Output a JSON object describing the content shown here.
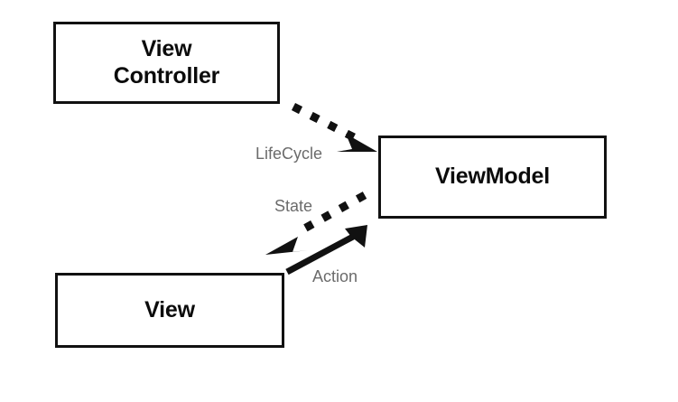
{
  "diagram": {
    "title": "MVVM architecture diagram",
    "background_color": "#ffffff",
    "stroke_color": "#111111",
    "node_text_color": "#0b0b0b",
    "edge_label_color": "#6b6b6b",
    "nodes": [
      {
        "id": "view-controller",
        "label": "View\nController"
      },
      {
        "id": "view-model",
        "label": "ViewModel"
      },
      {
        "id": "view",
        "label": "View"
      }
    ],
    "edges": [
      {
        "id": "lifecycle",
        "label": "LifeCycle",
        "from": "view-controller",
        "to": "view-model",
        "style": "dashed",
        "arrowhead": "end"
      },
      {
        "id": "state",
        "label": "State",
        "from": "view-model",
        "to": "view",
        "style": "dashed",
        "arrowhead": "end"
      },
      {
        "id": "action",
        "label": "Action",
        "from": "view",
        "to": "view-model",
        "style": "solid",
        "arrowhead": "end"
      }
    ]
  }
}
